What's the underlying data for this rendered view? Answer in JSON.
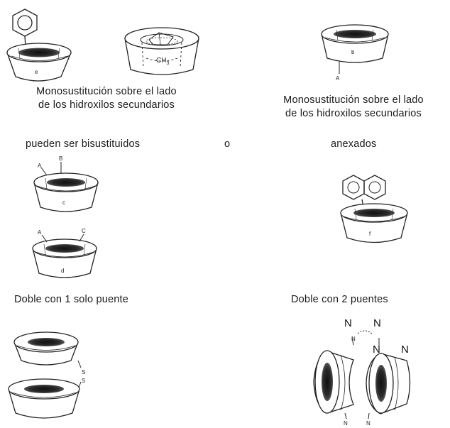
{
  "captions": {
    "left_top_line1": "Monosustitución sobre el lado",
    "left_top_line2": "de los hidroxilos secundarios",
    "right_top_line1": "Monosustitución sobre el lado",
    "right_top_line2": "de los hidroxilos secundarios",
    "bisubstituted": "pueden ser bisustituidos",
    "or": "o",
    "annexed": "anexados",
    "double_one_bridge": "Doble con 1 solo puente",
    "double_two_bridges": "Doble con 2 puentes"
  },
  "labels": {
    "cup_e": "e",
    "methyl": "CH",
    "methyl_sub": "3",
    "cup_b": "b",
    "sub_a_right": "A",
    "cup_c": "c",
    "sub_a_c": "A",
    "sub_b_c": "B",
    "cup_d": "d",
    "sub_a_d": "A",
    "sub_c_d": "C",
    "cup_f": "f",
    "bridge_s1": "S",
    "bridge_s2": "S",
    "n1": "N",
    "n2": "N",
    "n3": "N",
    "n4": "N",
    "n_small_1": "N",
    "n_small_2": "N",
    "n_small_3": "N"
  }
}
